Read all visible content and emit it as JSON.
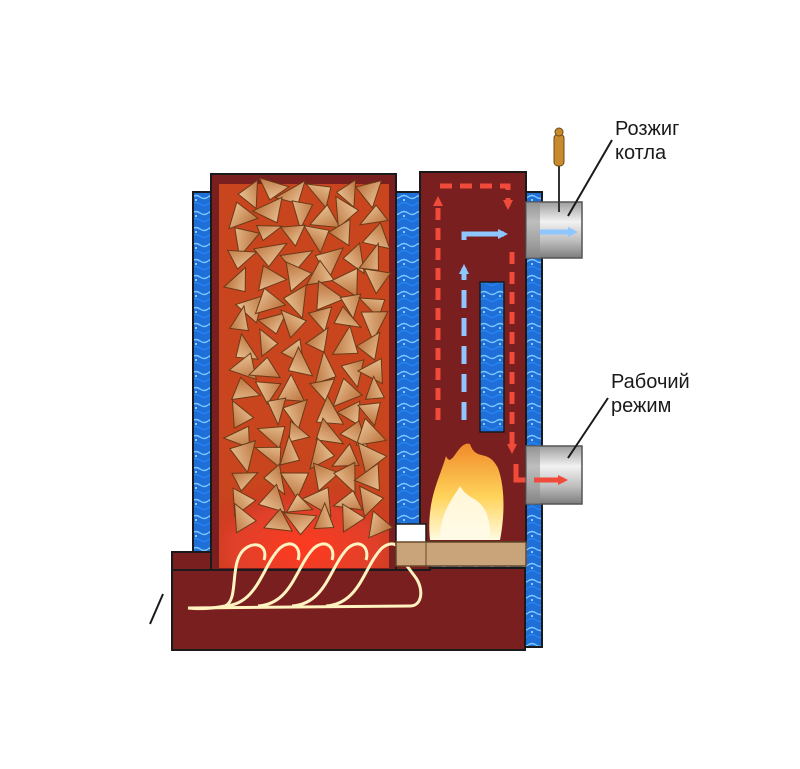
{
  "labels": {
    "ignition": {
      "line1": "Розжиг",
      "line2": "котла"
    },
    "working": {
      "line1": "Рабочий",
      "line2": "режим"
    }
  },
  "colors": {
    "boiler_body": "#7a1f1f",
    "water_jacket": "#1d6fd6",
    "water_highlight": "#7ec8ff",
    "firebox": "#c8301c",
    "flame": "#ffd35a",
    "firewood": "#c9834a",
    "pipe": "#b8b8b8",
    "hot_arrow": "#f04a3a",
    "cold_arrow": "#8ec6ff",
    "tray": "#c9a37a",
    "air_stream": "#fff3c2"
  },
  "icons": {
    "ignition_handle": "valve-handle-icon",
    "flow_arrows": "arrow-icon"
  }
}
